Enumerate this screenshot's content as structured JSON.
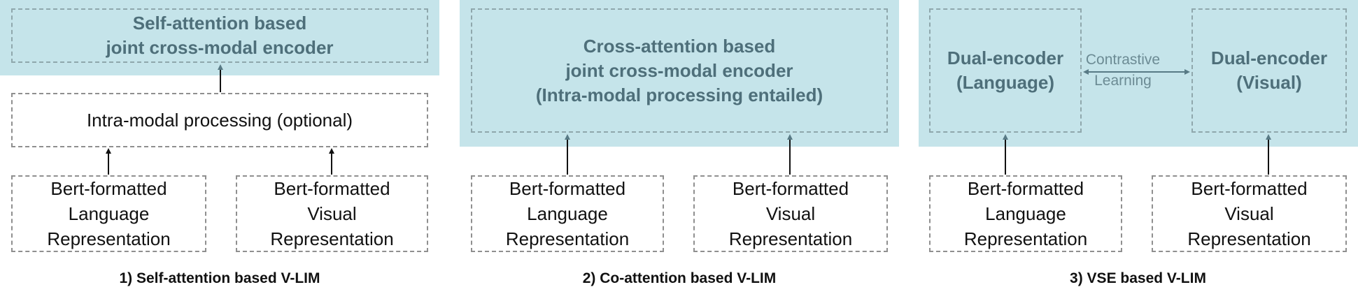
{
  "colors": {
    "panel": "#c5e4ea",
    "encoder_text": "#4e6f7a",
    "arrow_dark": "#111111",
    "arrow_teal": "#587a85"
  },
  "panel1": {
    "encoder": [
      "Self-attention based",
      "joint cross-modal encoder"
    ],
    "intra": "Intra-modal processing (optional)",
    "lang": [
      "Bert-formatted",
      "Language",
      "Representation"
    ],
    "visual": [
      "Bert-formatted",
      "Visual",
      "Representation"
    ],
    "caption": "1) Self-attention based V-LIM"
  },
  "panel2": {
    "encoder": [
      "Cross-attention based",
      "joint cross-modal encoder",
      "(Intra-modal processing entailed)"
    ],
    "lang": [
      "Bert-formatted",
      "Language",
      "Representation"
    ],
    "visual": [
      "Bert-formatted",
      "Visual",
      "Representation"
    ],
    "caption": "2) Co-attention based V-LIM"
  },
  "panel3": {
    "dual_lang": [
      "Dual-encoder",
      "(Language)"
    ],
    "dual_visual": [
      "Dual-encoder",
      "(Visual)"
    ],
    "contrastive": [
      "Contrastive",
      "Learning"
    ],
    "lang": [
      "Bert-formatted",
      "Language",
      "Representation"
    ],
    "visual": [
      "Bert-formatted",
      "Visual",
      "Representation"
    ],
    "caption": "3) VSE based V-LIM"
  }
}
